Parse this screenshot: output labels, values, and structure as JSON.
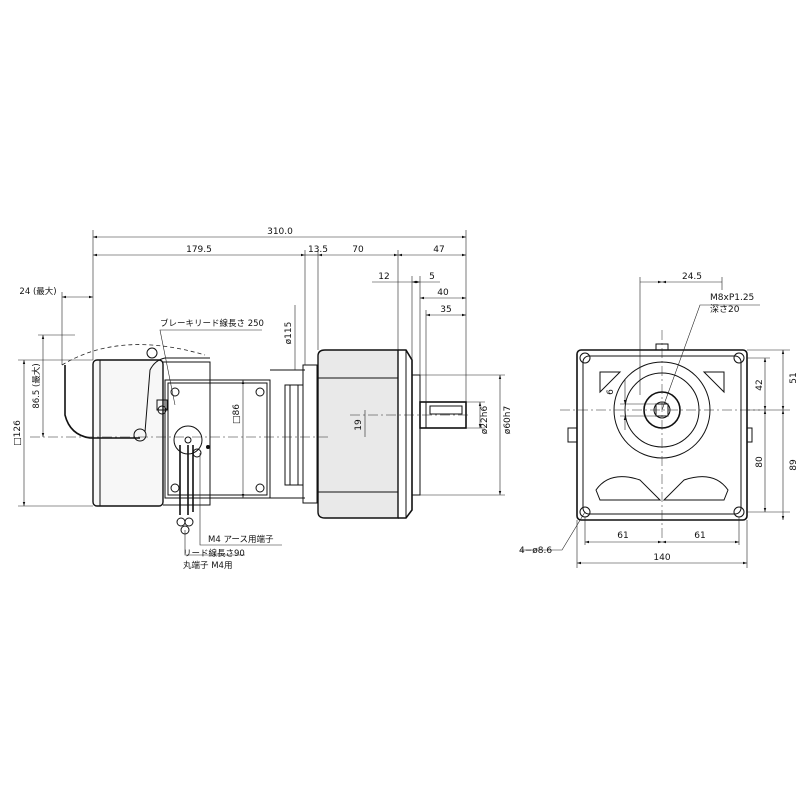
{
  "dimensions": {
    "overall_length": "310.0",
    "motor_length": "179.5",
    "flange_gap": "13.5",
    "gear_length": "70",
    "shaft_length": "47",
    "shaft_a": "12",
    "shaft_b": "5",
    "shaft_c": "40",
    "shaft_d": "35",
    "brake_lever": "24 (最大)",
    "lever_height": "86.5 (最大)",
    "motor_square": "□126",
    "terminal_box_square": "□86",
    "flange_dia": "ø115",
    "shaft_offset": "19",
    "shaft_dia": "ø22h6",
    "pilot_dia": "ø60h7",
    "key_width": "6",
    "key_offset": "24.5",
    "tap_spec": "M8xP1.25",
    "tap_depth": "深さ20",
    "front_upper": "42",
    "front_upper_edge": "51",
    "front_lower": "80",
    "front_lower_edge": "89",
    "hole_pitch_left": "61",
    "hole_pitch_right": "61",
    "flange_width": "140",
    "mount_holes": "4−ø8.6"
  },
  "labels": {
    "brake_lead": "ブレーキリード線長さ 250",
    "earth_terminal": "M4 アース用端子",
    "lead_length": "リード線長さ90",
    "ring_terminal": "丸端子 M4用"
  }
}
